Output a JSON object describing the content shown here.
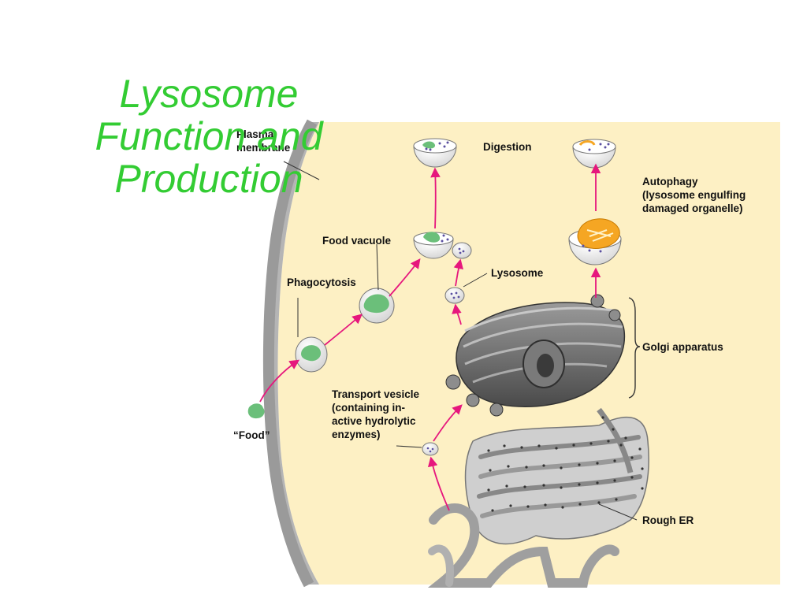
{
  "slide": {
    "title_lines": [
      "Lysosome",
      "Function and",
      "Production"
    ],
    "colors": {
      "title": "#33cc33",
      "cytoplasm": "#fdf0c4",
      "membrane": "#b5b5b5",
      "arrow": "#e6177d",
      "food": "#6bbf7a",
      "enzyme_dots": "#5a4fa0",
      "organelle_orange": "#f5a623"
    }
  },
  "labels": {
    "plasma_membrane": [
      "Plasma",
      "membrane"
    ],
    "digestion": "Digestion",
    "autophagy": [
      "Autophagy",
      "(lysosome engulfing",
      "damaged organelle)"
    ],
    "food_vacuole": "Food vacuole",
    "lysosome": "Lysosome",
    "phagocytosis": "Phagocytosis",
    "golgi": "Golgi apparatus",
    "transport_vesicle": [
      "Transport vesicle",
      "(containing in-",
      "active hydrolytic",
      "enzymes)"
    ],
    "food": "“Food”",
    "rough_er": "Rough ER"
  }
}
